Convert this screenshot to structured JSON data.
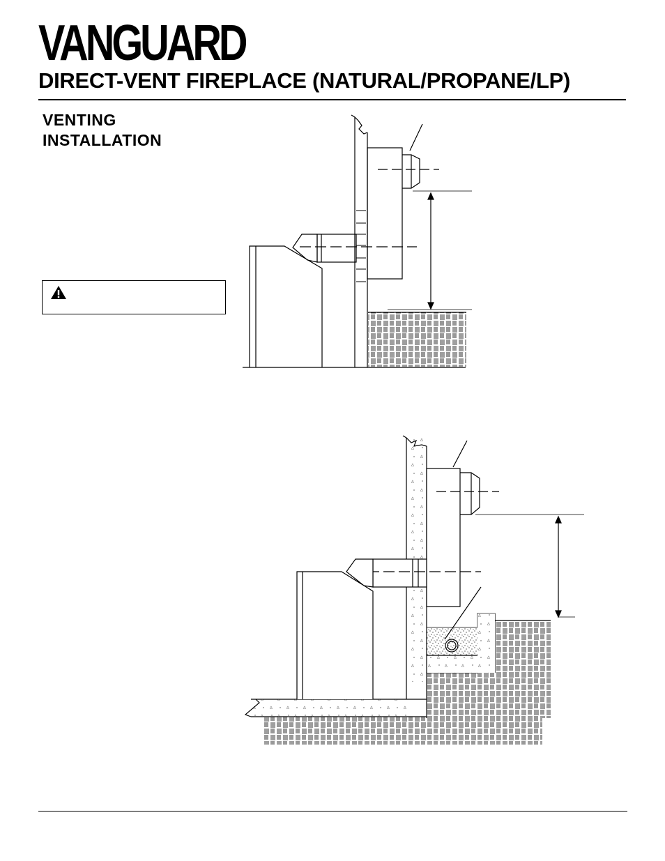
{
  "header": {
    "brand": "VANGUARD",
    "title": "DIRECT-VENT FIREPLACE (NATURAL/PROPANE/LP)"
  },
  "section": {
    "heading_line1": "VENTING",
    "heading_line2": "INSTALLATION"
  },
  "warning": {
    "icon": "warning-triangle-icon"
  },
  "figures": {
    "top": "vent-termination-above-grade-diagram",
    "bottom": "vent-termination-below-grade-diagram"
  }
}
